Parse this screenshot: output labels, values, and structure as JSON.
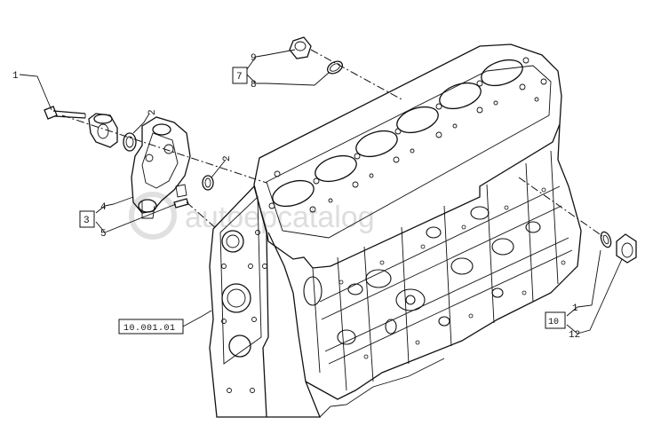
{
  "watermark": "autoepcatalog",
  "callouts": {
    "c1_top": "1",
    "c2_a": "2",
    "c2_b": "2",
    "c4": "4",
    "c5": "5",
    "c3": "3",
    "c7": "7",
    "c9": "9",
    "c8": "8",
    "ref": "10.001.01",
    "c10": "10",
    "c1_b": "1",
    "c12": "12"
  }
}
